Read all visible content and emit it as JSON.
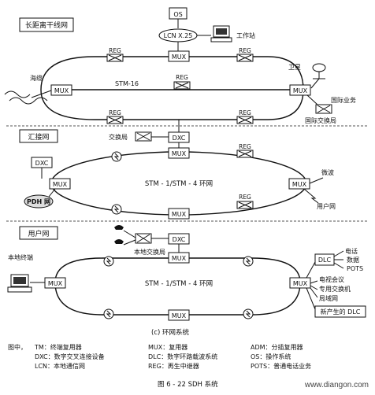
{
  "sections": {
    "long_distance": "长距离干线网",
    "hub": "汇接网",
    "user": "用户网"
  },
  "top": {
    "os": "OS",
    "lcn": "LCN X.25",
    "workstation": "工作站",
    "satellite": "卫星",
    "intl_service": "国际业务",
    "intl_exchange": "国际交换局",
    "submarine_cable": "海缆",
    "stm": "STM-16",
    "mux": "MUX",
    "reg": "REG"
  },
  "middle": {
    "exchange": "交换局",
    "dxc": "DXC",
    "pdh": "PDH 网",
    "ring_label": "STM - 1/STM - 4 环网",
    "microwave": "微波",
    "user_net": "用户网"
  },
  "bottom": {
    "local_exchange": "本地交换局",
    "local_terminal": "本地终端",
    "dlc": "DLC",
    "telephone": "电话",
    "data": "数据",
    "pots": "POTS",
    "tv_conf": "电视会议",
    "private_exchange": "专用交换机",
    "lan": "局域网",
    "new_dlc": "新产生的 DLC",
    "ring_label": "STM - 1/STM - 4 环网"
  },
  "caption": "(c) 环网系统",
  "legend": {
    "title": "图中，",
    "rows": [
      [
        "TM：终端复用器",
        "MUX：复用器",
        "ADM：分插复用器"
      ],
      [
        "DXC：数字交叉连接设备",
        "DLC：数字环路载波系统",
        "OS：操作系统"
      ],
      [
        "LCN：本地通信网",
        "REG：再生中继器",
        "POTS：普通电话业务"
      ]
    ]
  },
  "figure_title": "图 6 - 22   SDH 系统",
  "watermark": "www.diangon.com"
}
